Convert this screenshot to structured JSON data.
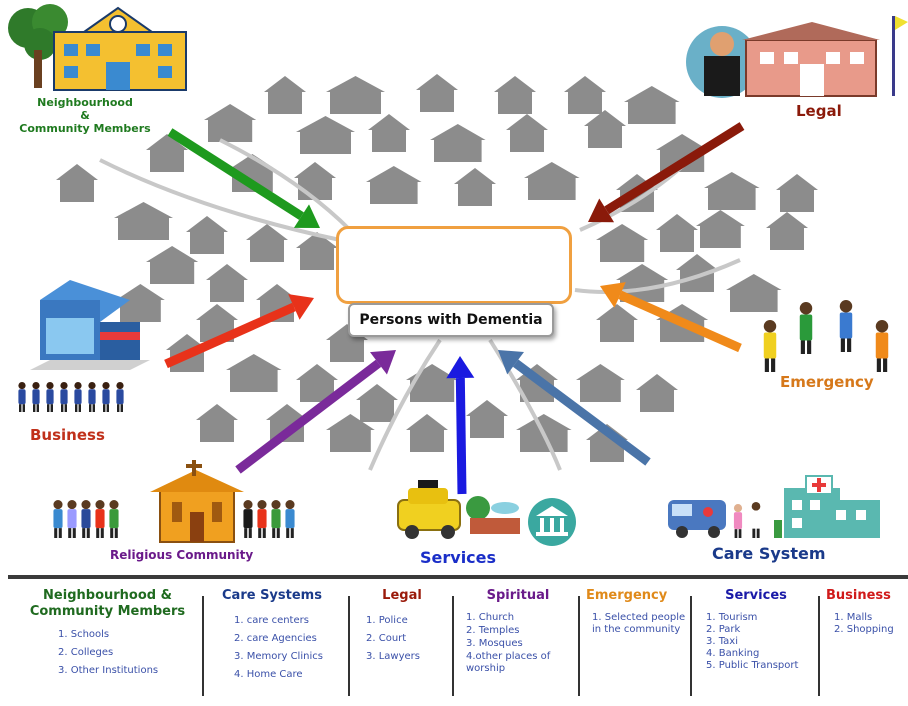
{
  "diagram": {
    "center": {
      "label": "Persons with Dementia"
    },
    "nodes": {
      "neighbourhood": {
        "label_line1": "Neighbourhood",
        "label_line2": "&",
        "label_line3": "Community Members",
        "color": "#1f7a1f"
      },
      "legal": {
        "label": "Legal",
        "color": "#8b1a0a"
      },
      "business": {
        "label": "Business",
        "color": "#c0301a"
      },
      "emergency": {
        "label": "Emergency",
        "color": "#d6781a"
      },
      "religious": {
        "label": "Religious Community",
        "color": "#6a1a8a"
      },
      "services": {
        "label": "Services",
        "color": "#1a2ec8"
      },
      "care_system": {
        "label": "Care System",
        "color": "#1a3a8a"
      }
    },
    "arrow_colors": {
      "neighbourhood": "#1e9a1e",
      "legal": "#8a1a0a",
      "business": "#e8321a",
      "emergency": "#f08a1a",
      "religious": "#7a2a9a",
      "services": "#1a1ae0",
      "care_system": "#4a74a8"
    }
  },
  "legend": {
    "columns": [
      {
        "title_line1": "Neighbourhood &",
        "title_line2": "Community Members",
        "color": "#1f6a1f",
        "items": [
          "1. Schools",
          "2. Colleges",
          "3. Other Institutions"
        ]
      },
      {
        "title_line1": "Care Systems",
        "title_line2": "",
        "color": "#1a3a8a",
        "items": [
          "1. care centers",
          "2. care Agencies",
          "3. Memory Clinics",
          "4. Home Care"
        ]
      },
      {
        "title_line1": "Legal",
        "title_line2": "",
        "color": "#9a1a0a",
        "items": [
          "1. Police",
          "2. Court",
          "3. Lawyers"
        ]
      },
      {
        "title_line1": "Spiritual",
        "title_line2": "",
        "color": "#6a1a8a",
        "items": [
          "1. Church",
          "2. Temples",
          "3. Mosques",
          "4.other places of worship"
        ]
      },
      {
        "title_line1": "Emergency",
        "title_line2": "",
        "color": "#e08a1a",
        "items": [
          "1. Selected people in the community"
        ]
      },
      {
        "title_line1": "Services",
        "title_line2": "",
        "color": "#1a1aa8",
        "items": [
          "1. Tourism",
          "2. Park",
          "3. Taxi",
          "4. Banking",
          "5. Public Transport"
        ]
      },
      {
        "title_line1": "Business",
        "title_line2": "",
        "color": "#d01a1a",
        "items": [
          "1. Malls",
          "2. Shopping"
        ]
      }
    ]
  }
}
